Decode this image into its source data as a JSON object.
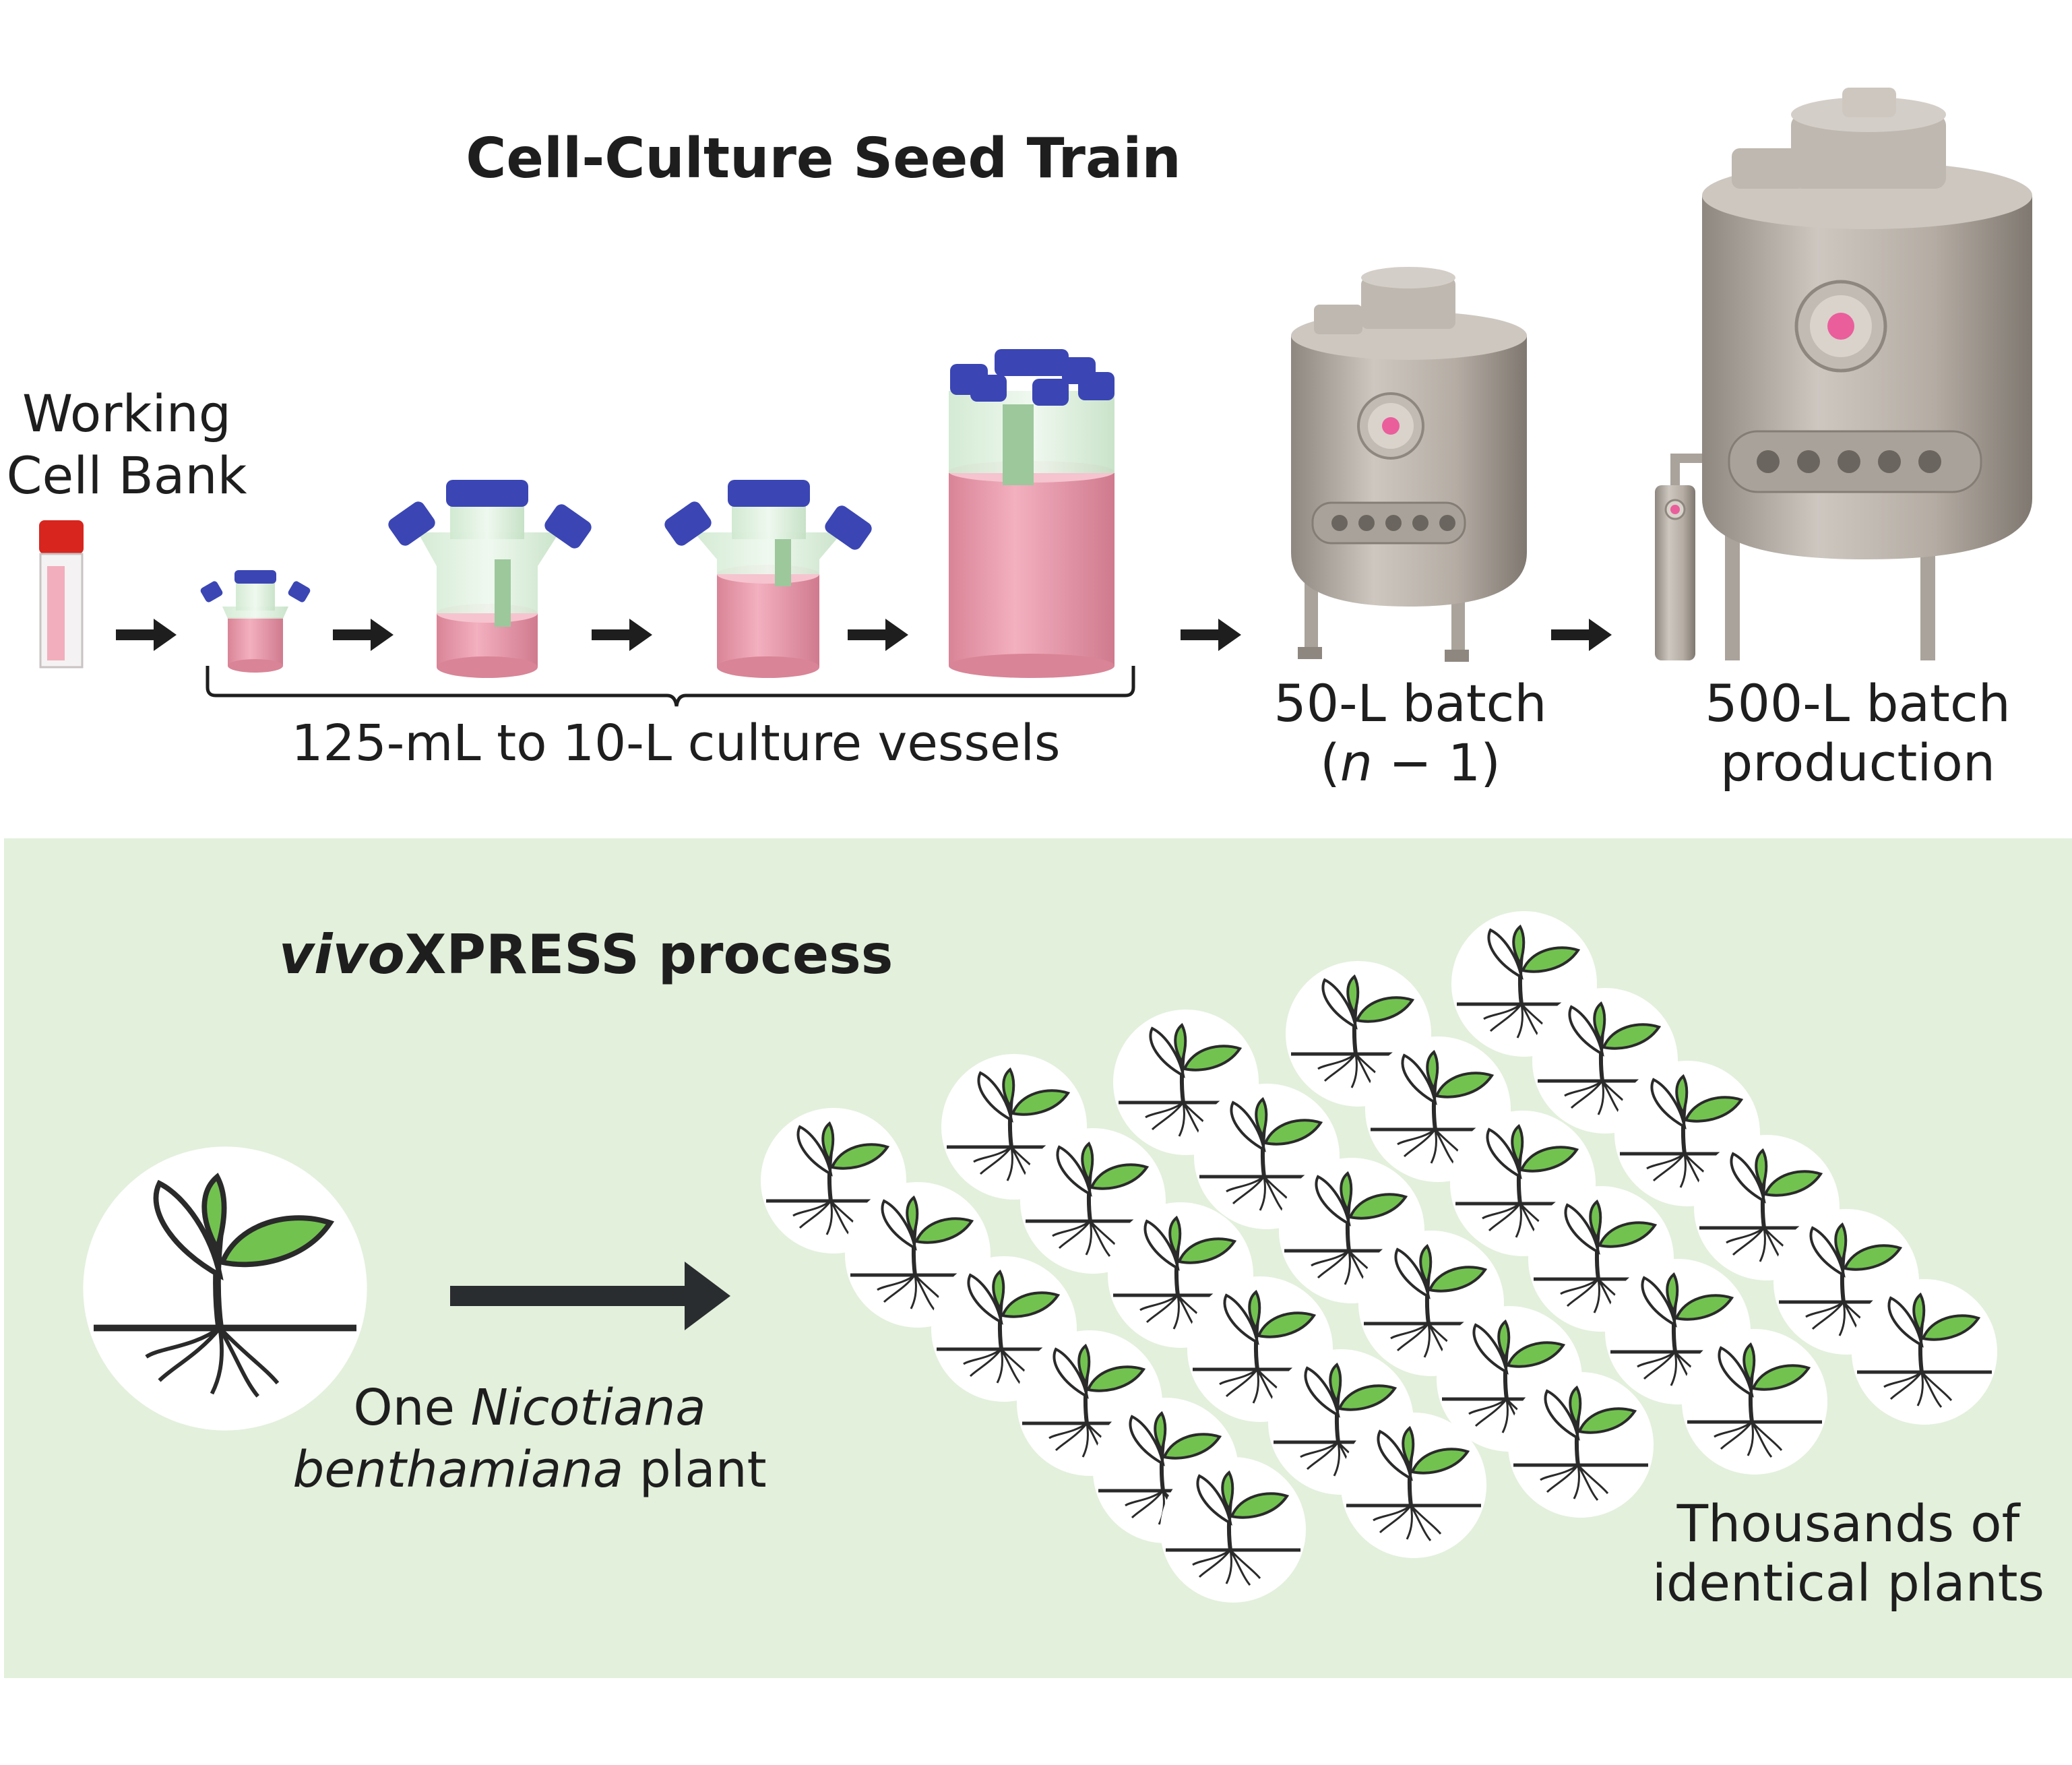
{
  "top": {
    "title": "Cell-Culture Seed Train",
    "working_bank_line1": "Working",
    "working_bank_line2": "Cell Bank",
    "vessels_range": "125-mL to 10-L culture vessels",
    "batch50_line1": "50-L batch",
    "batch50_n": "n",
    "batch50_rest": " − 1)",
    "batch500_line1": "500-L batch",
    "batch500_line2": "production"
  },
  "bottom": {
    "title_italic": "vivo",
    "title_rest": "XPRESS process",
    "one_prefix": "One ",
    "one_species1": "Nicotiana",
    "one_species2": "benthamiana",
    "one_suffix": " plant",
    "thousands_line1": "Thousands of",
    "thousands_line2": "identical plants"
  },
  "colors": {
    "panel_bg": "#e3f0dc",
    "media_pink": "#ee9fb1",
    "cap_blue": "#3b46b4",
    "steel": "#b5ada4",
    "leaf_green": "#72c250",
    "arrow": "#2a2d30"
  }
}
